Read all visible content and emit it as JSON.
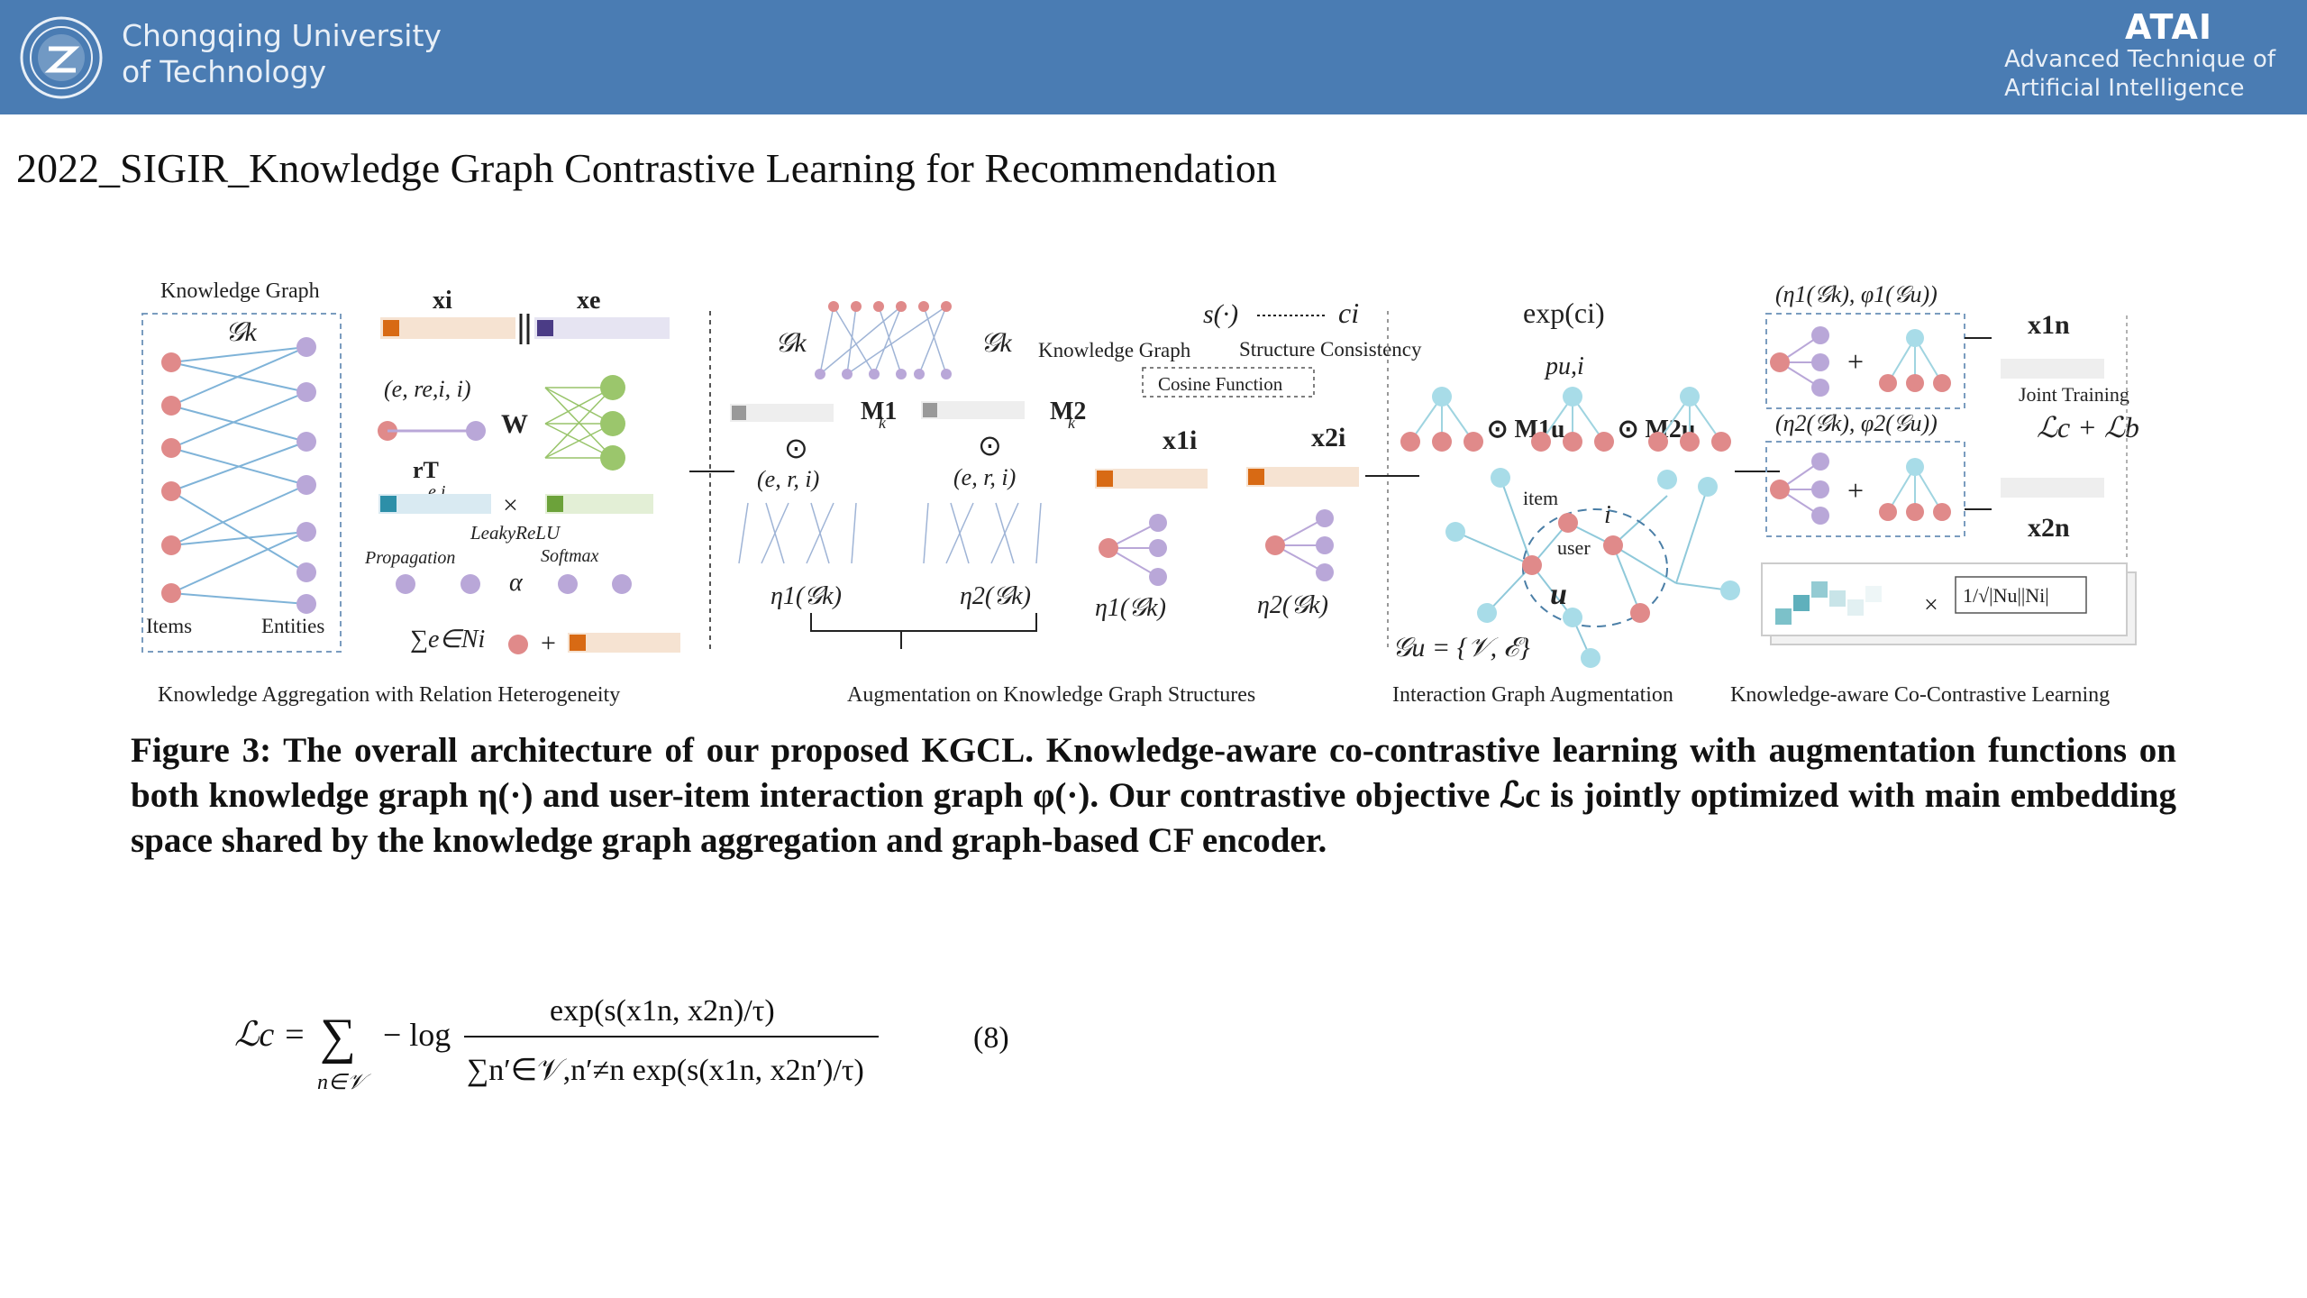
{
  "header": {
    "university_line1": "Chongqing University",
    "university_line2": "of Technology",
    "lab_logo": "ATAI",
    "lab_line1": "Advanced Technique of",
    "lab_line2": "Artificial  Intelligence",
    "colors": {
      "bar": "#4a7cb3"
    }
  },
  "title": "2022_SIGIR_Knowledge Graph Contrastive Learning for Recommendation",
  "figure": {
    "panel1": {
      "heading": "Knowledge Graph",
      "gk": "𝒢k",
      "items": "Items",
      "entities": "Entities",
      "xi": "xi",
      "xe": "xe",
      "triple": "(e, re,i, i)",
      "w": "W",
      "rT": "rT",
      "rT_sub": "e,i",
      "leaky": "LeakyReLU",
      "propagation": "Propagation",
      "softmax": "Softmax",
      "alpha": "α",
      "sum": "∑e∈Ni",
      "plus": "+",
      "times": "×",
      "caption": "Knowledge Aggregation with Relation Heterogeneity"
    },
    "panel2": {
      "gk_left": "𝒢k",
      "gk_right": "𝒢k",
      "m1": "M1",
      "m1_sub": "k",
      "m2": "M2",
      "m2_sub": "k",
      "odot": "⊙",
      "erl": "(e, r, i)",
      "err": "(e, r, i)",
      "eta1": "η1(𝒢k)",
      "eta2": "η2(𝒢k)",
      "kg_label": "Knowledge Graph",
      "s_func": "s(·)",
      "ci": "ci",
      "struct": "Structure Consistency",
      "cosine": "Cosine Function",
      "x1": "x1i",
      "x2": "x2i",
      "eta1b": "η1(𝒢k)",
      "eta2b": "η2(𝒢k)",
      "caption": "Augmentation on Knowledge Graph Structures"
    },
    "panel3": {
      "expci": "exp(ci)",
      "pui": "pu,i",
      "mu1": "⊙ M1u",
      "mu2": "⊙ M2u",
      "item": "item",
      "i": "i",
      "user": "user",
      "u": "u",
      "gu": "𝒢u = {𝒱, ℰ}",
      "caption": "Interaction Graph Augmentation"
    },
    "panel4": {
      "top_label": "(η1(𝒢k), φ1(𝒢u))",
      "bottom_label": "(η2(𝒢k), φ2(𝒢u))",
      "xn1": "x1n",
      "xn2": "x2n",
      "joint": "Joint Training",
      "loss": "ℒc + ℒb",
      "norm": "1/√|Nu||Ni|",
      "plus": "+",
      "caption": "Knowledge-aware Co-Contrastive Learning"
    }
  },
  "caption": "Figure 3: The overall architecture of our proposed KGCL. Knowledge-aware co-contrastive learning with augmentation functions on both knowledge graph η(·) and user-item interaction graph φ(·). Our contrastive objective ℒc is jointly optimized with main embedding space shared by the knowledge graph aggregation and graph-based CF encoder.",
  "equation": {
    "lhs": "ℒc =",
    "sum": "∑",
    "sum_sub": "n∈𝒱",
    "neglog": "− log",
    "numerator": "exp(s(x1n, x2n)/τ)",
    "denominator": "∑n′∈𝒱,n′≠n exp(s(x1n, x2n′)/τ)",
    "number": "(8)"
  }
}
